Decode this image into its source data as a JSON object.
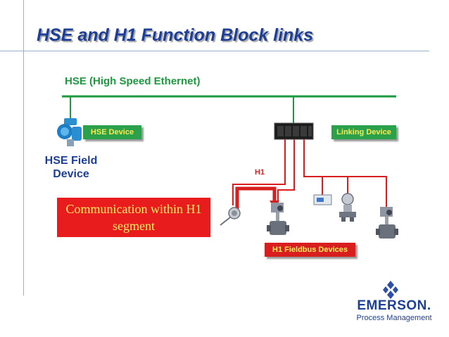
{
  "slide": {
    "title": "HSE and H1 Function Block links"
  },
  "network": {
    "hse_label": "HSE (High Speed Ethernet)",
    "hse_device_tag": "HSE Device",
    "linking_device_tag": "Linking Device",
    "hse_field_device_label": "HSE Field Device",
    "h1_label": "H1",
    "fieldbus_devices_tag": "H1 Fieldbus Devices",
    "communication_note": "Communication within H1 segment"
  },
  "branding": {
    "company": "EMERSON.",
    "division": "Process Management"
  },
  "colors": {
    "title": "#1d3f97",
    "hse_line": "#1d9a3f",
    "h1_line": "#d81e1e",
    "note_box": "#e81c1c",
    "note_text": "#ffee66",
    "green_tag_text": "#ffe94f"
  }
}
